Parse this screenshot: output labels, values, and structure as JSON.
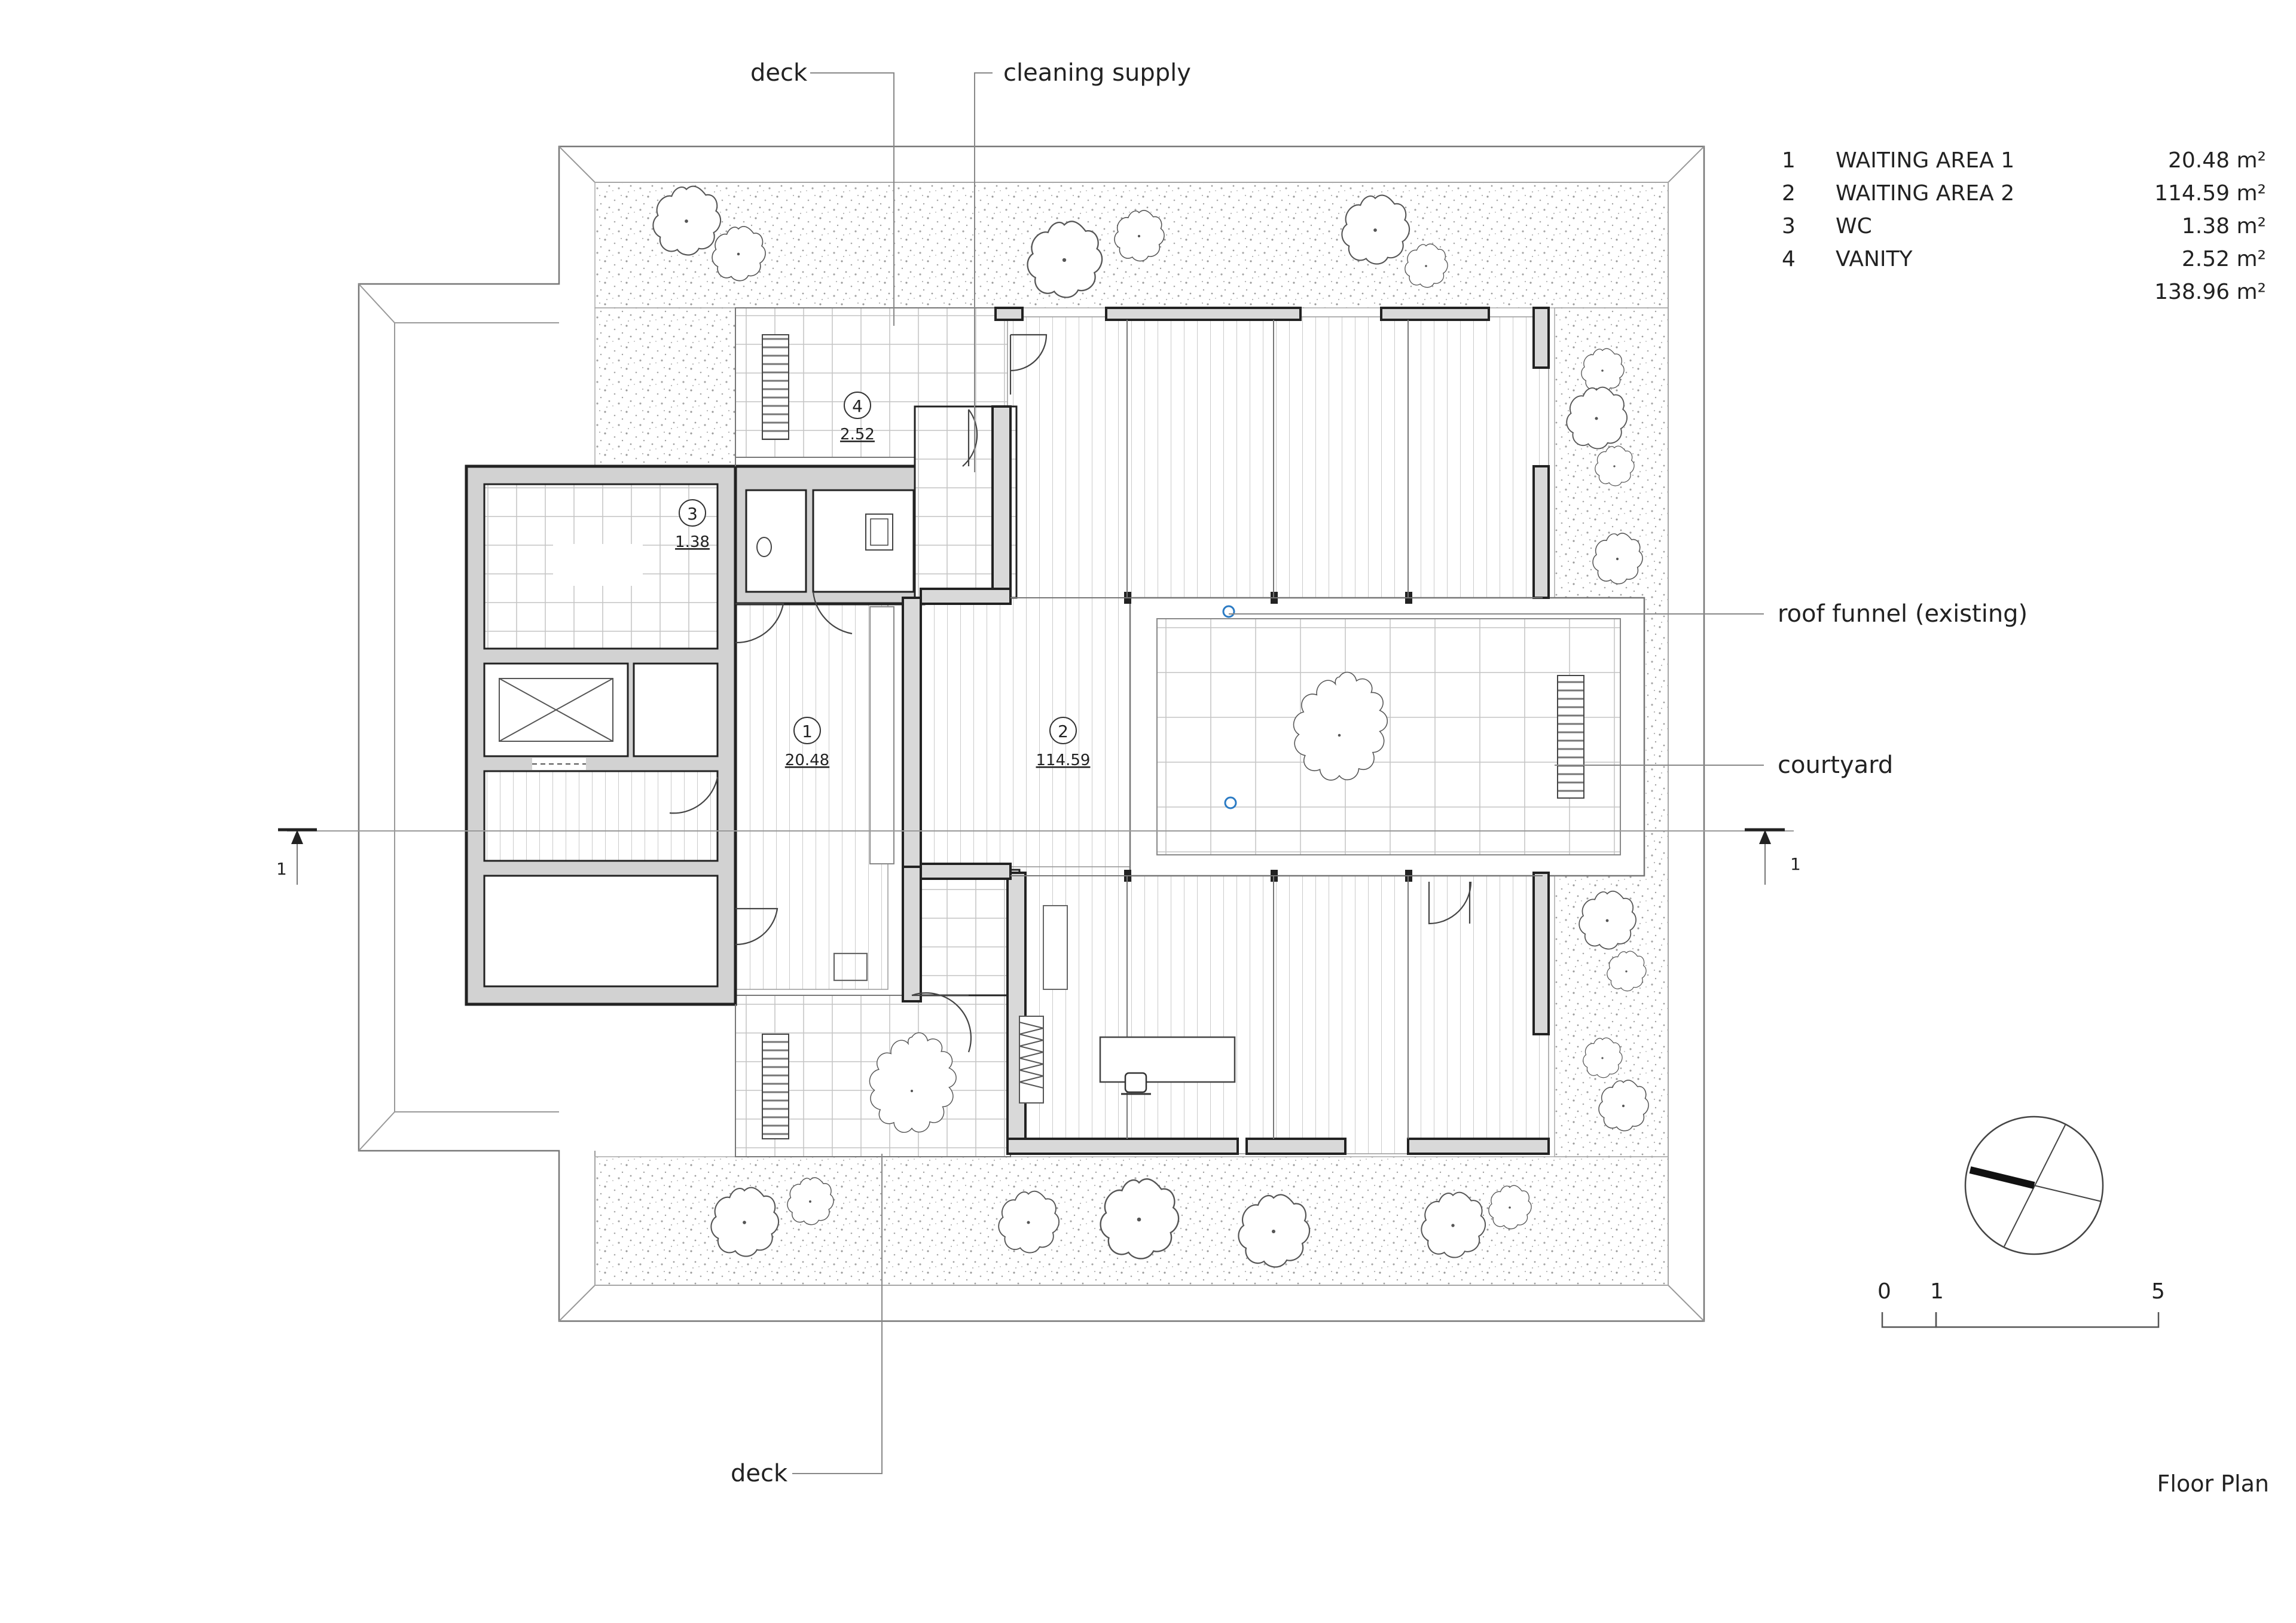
{
  "labels": {
    "deck_top": "deck",
    "cleaning_supply": "cleaning supply",
    "roof_funnel": "roof funnel (existing)",
    "courtyard": "courtyard",
    "deck_bottom": "deck",
    "title": "Floor Plan",
    "section_left": "1",
    "section_right": "1"
  },
  "rooms": [
    {
      "num": "1",
      "name": "WAITING AREA 1",
      "area": "20.48 m²",
      "tag_area": "20.48"
    },
    {
      "num": "2",
      "name": "WAITING AREA 2",
      "area": "114.59 m²",
      "tag_area": "114.59"
    },
    {
      "num": "3",
      "name": "WC",
      "area": "1.38 m²",
      "tag_area": "1.38"
    },
    {
      "num": "4",
      "name": "VANITY",
      "area": "2.52 m²",
      "tag_area": "2.52"
    }
  ],
  "total_area": "138.96 m²",
  "scale_bar": {
    "labels": [
      "0",
      "1",
      "5"
    ]
  }
}
